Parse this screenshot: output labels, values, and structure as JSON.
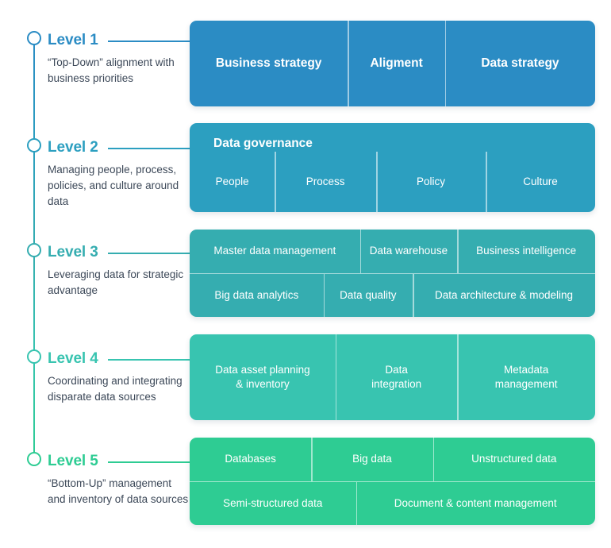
{
  "theme": {
    "background": "#ffffff",
    "text_dark": "#3c4858",
    "divider": "rgba(255,255,255,0.55)"
  },
  "levels": [
    {
      "id": "level-1",
      "title": "Level 1",
      "description": "“Top-Down” alignment with business priorities",
      "color": "#2b8cc4",
      "heading": null,
      "rows": [
        {
          "cells": [
            "Business strategy",
            "Aligment",
            "Data strategy"
          ],
          "bold": true,
          "widths": [
            39,
            24,
            37
          ]
        }
      ]
    },
    {
      "id": "level-2",
      "title": "Level 2",
      "description": "Managing people, process, policies, and culture around data",
      "color": "#2c9fc0",
      "heading": "Data governance",
      "rows": [
        {
          "cells": [
            "People",
            "Process",
            "Policy",
            "Culture"
          ],
          "bold": false,
          "widths": [
            21,
            25,
            27,
            27
          ]
        }
      ]
    },
    {
      "id": "level-3",
      "title": "Level 3",
      "description": "Leveraging data for strategic advantage",
      "color": "#35adb0",
      "heading": null,
      "rows": [
        {
          "cells": [
            "Master data management",
            "Data warehouse",
            "Business intelligence"
          ],
          "bold": false,
          "widths": [
            42,
            24,
            34
          ]
        },
        {
          "cells": [
            "Big data analytics",
            "Data quality",
            "Data architecture & modeling"
          ],
          "bold": false,
          "widths": [
            33,
            22,
            45
          ]
        }
      ]
    },
    {
      "id": "level-4",
      "title": "Level 4",
      "description": "Coordinating and integrating disparate data sources",
      "color": "#38c4b0",
      "heading": null,
      "rows": [
        {
          "cells": [
            "Data asset planning\n& inventory",
            "Data\nintegration",
            "Metadata\nmanagement"
          ],
          "bold": false,
          "widths": [
            36,
            30,
            34
          ]
        }
      ]
    },
    {
      "id": "level-5",
      "title": "Level 5",
      "description": "“Bottom-Up” management and inventory of data sources",
      "color": "#2ecc93",
      "heading": null,
      "rows": [
        {
          "cells": [
            "Databases",
            "Big data",
            "Unstructured data"
          ],
          "bold": false,
          "widths": [
            30,
            30,
            40
          ]
        },
        {
          "cells": [
            "Semi-structured data",
            "Document & content management"
          ],
          "bold": false,
          "widths": [
            41,
            59
          ]
        }
      ]
    }
  ]
}
